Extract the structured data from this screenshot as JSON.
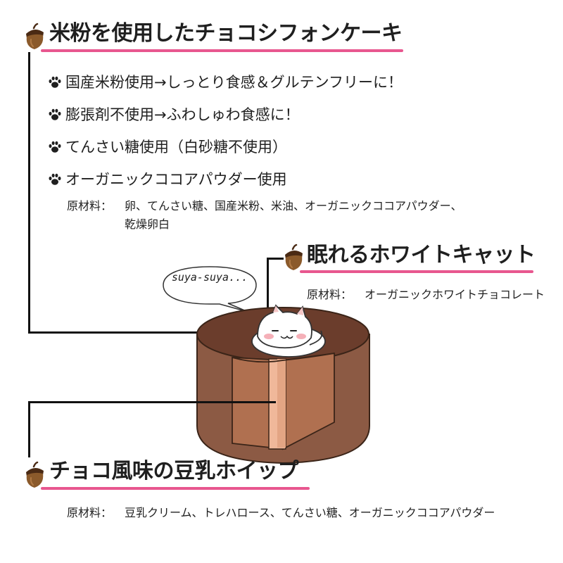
{
  "sections": {
    "chiffon": {
      "heading": "米粉を使用したチョコシフォンケーキ",
      "features": [
        "国産米粉使用→しっとり食感＆グルテンフリーに！",
        "膨張剤不使用→ふわしゅわ食感に！",
        "てんさい糖使用（白砂糖不使用）",
        "オーガニックココアパウダー使用"
      ],
      "ingredients_label": "原材料：",
      "ingredients_line1": "卵、てんさい糖、国産米粉、米油、オーガニックココアパウダー、",
      "ingredients_line2": "乾燥卵白"
    },
    "white_cat": {
      "heading": "眠れるホワイトキャット",
      "ingredients_label": "原材料：",
      "ingredients": "オーガニックホワイトチョコレート"
    },
    "whip": {
      "heading": "チョコ風味の豆乳ホイップ",
      "ingredients_label": "原材料：",
      "ingredients": "豆乳クリーム、トレハロース、てんさい糖、オーガニックココアパウダー"
    }
  },
  "speech_bubble": {
    "text": "suya-suya..."
  },
  "icons": {
    "heading_marker": "acorn-icon",
    "bullet": "paw-icon"
  },
  "colors": {
    "accent_underline": "#e8578f",
    "cake_dark": "#6b3d2c",
    "cake_mid": "#8c5a44",
    "cake_light": "#c08a6a",
    "cream": "#f0b89a",
    "acorn_cap": "#4a2a14",
    "acorn_body": "#8b5a2b"
  }
}
